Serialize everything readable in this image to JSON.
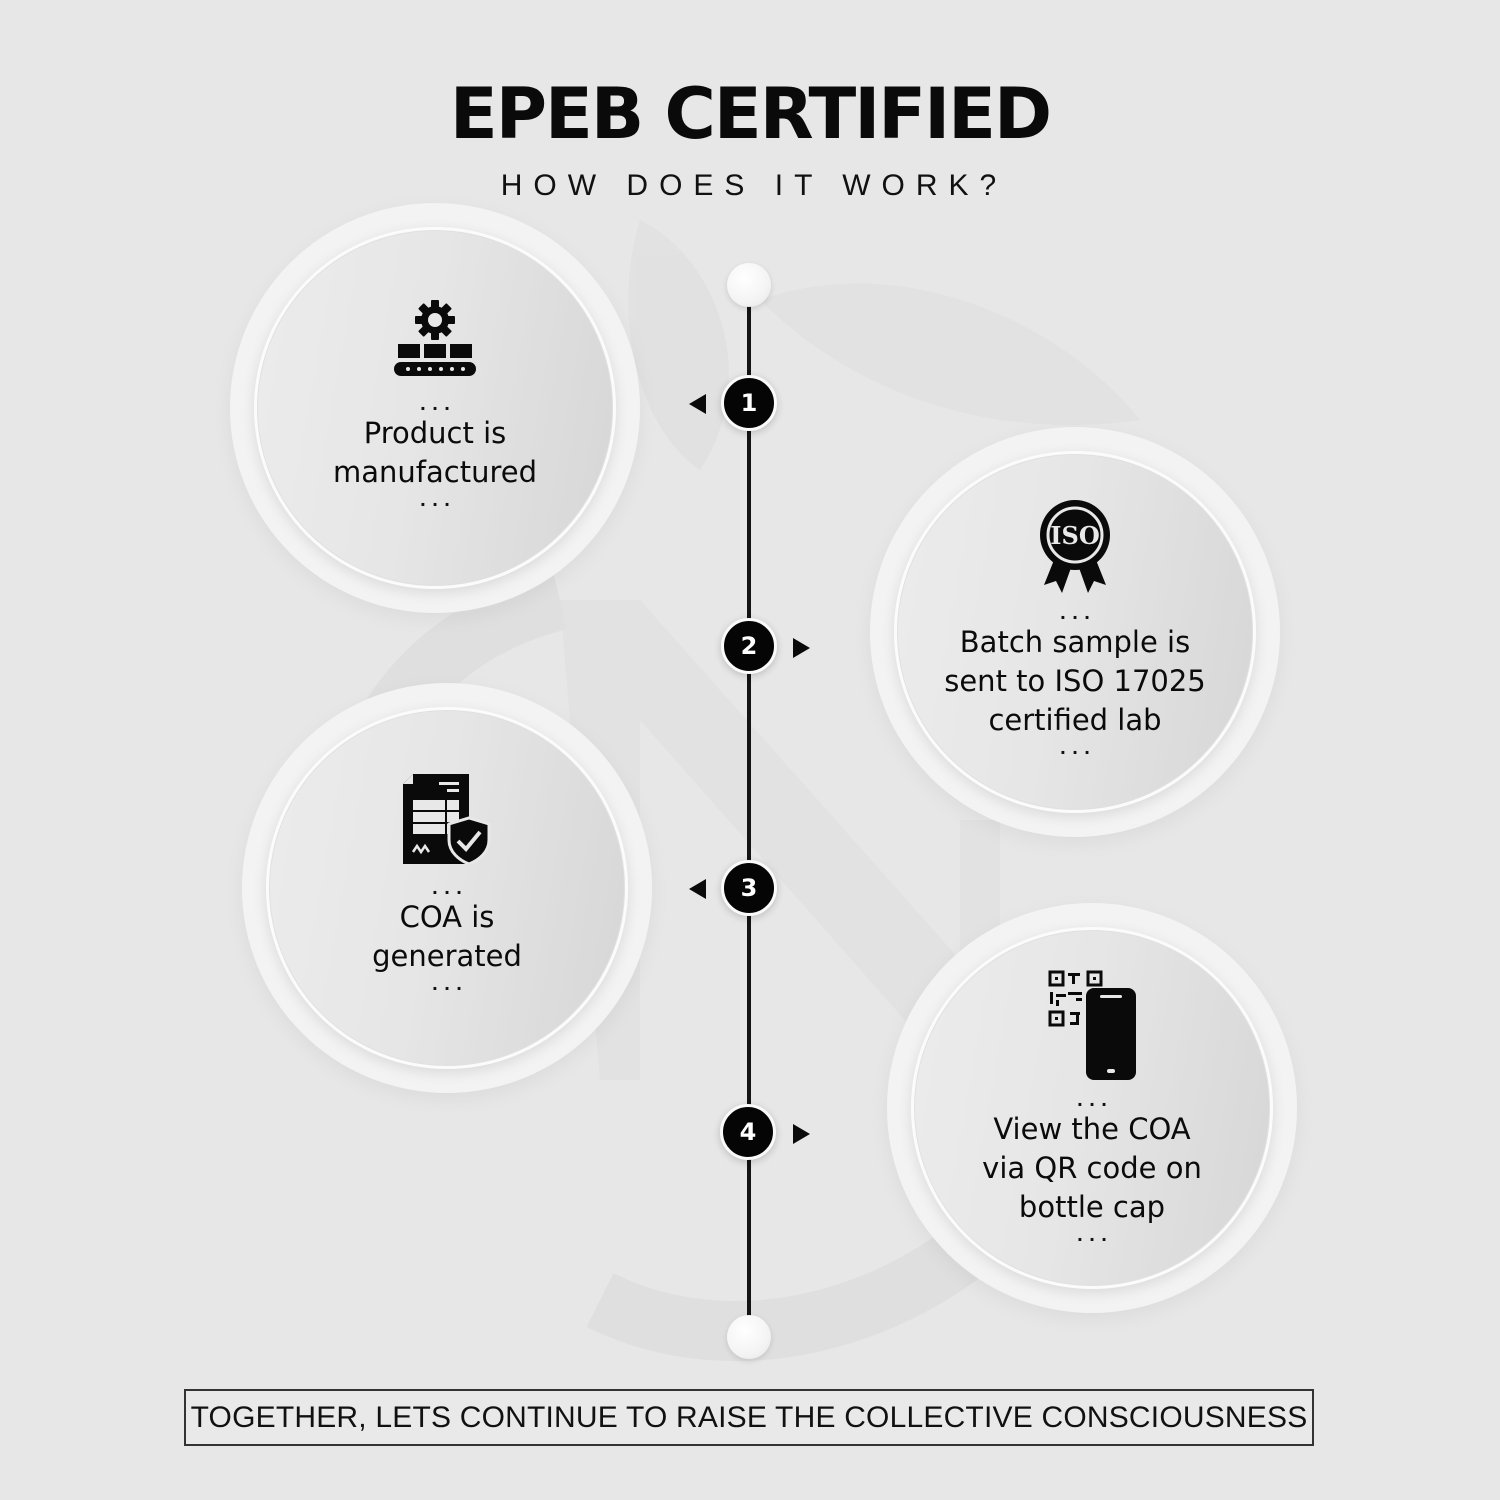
{
  "header": {
    "title": "EPEB CERTIFIED",
    "subtitle": "HOW DOES IT WORK?"
  },
  "timeline": {
    "line_color": "#141414",
    "marker_color": "#050505",
    "steps": [
      {
        "number": "1",
        "arrow": "left",
        "icon": "conveyor-gear-icon",
        "text": "Product is\nmanufactured",
        "dots_top": "...",
        "dots_bottom": "..."
      },
      {
        "number": "2",
        "arrow": "right",
        "icon": "iso-badge-icon",
        "text": "Batch sample is\nsent to ISO 17025\ncertified lab",
        "dots_top": "...",
        "dots_bottom": "...",
        "icon_label": "ISO"
      },
      {
        "number": "3",
        "arrow": "left",
        "icon": "certified-document-shield-icon",
        "text": "COA is\ngenerated",
        "dots_top": "...",
        "dots_bottom": "..."
      },
      {
        "number": "4",
        "arrow": "right",
        "icon": "qr-code-phone-icon",
        "text": "View the COA\nvia QR code on\nbottle cap",
        "dots_top": "...",
        "dots_bottom": "..."
      }
    ]
  },
  "footer": {
    "tagline": "TOGETHER, LETS CONTINUE TO RAISE THE COLLECTIVE CONSCIOUSNESS"
  },
  "colors": {
    "background": "#e7e7e7",
    "text": "#0b0b0b",
    "circle_fill": "#e6e6e6",
    "circle_ring": "#f3f3f3"
  }
}
